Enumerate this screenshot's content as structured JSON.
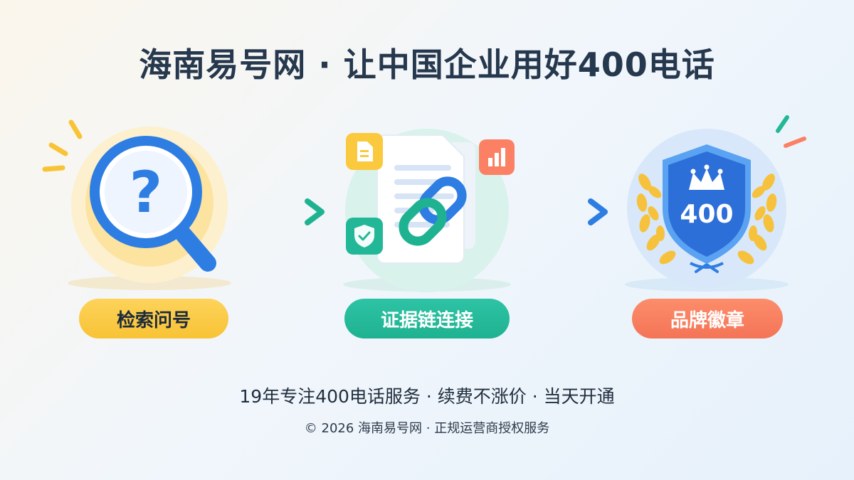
{
  "header": {
    "title": "海南易号网 · 让中国企业用好400电话"
  },
  "steps": [
    {
      "label": "检索问号",
      "icon": "magnifier-question-icon"
    },
    {
      "label": "证据链连接",
      "icon": "document-link-icon"
    },
    {
      "label": "品牌徽章",
      "icon": "shield-badge-icon",
      "badge_text": "400"
    }
  ],
  "footer": {
    "slogan": "19年专注400电话服务 · 续费不涨价 · 当天开通",
    "copyright": "© 2026 海南易号网 · 正规运营商授权服务"
  },
  "colors": {
    "yellow": "#f8c335",
    "teal": "#1fb291",
    "coral": "#f47456",
    "blue": "#2d7de3",
    "title": "#26384d"
  }
}
